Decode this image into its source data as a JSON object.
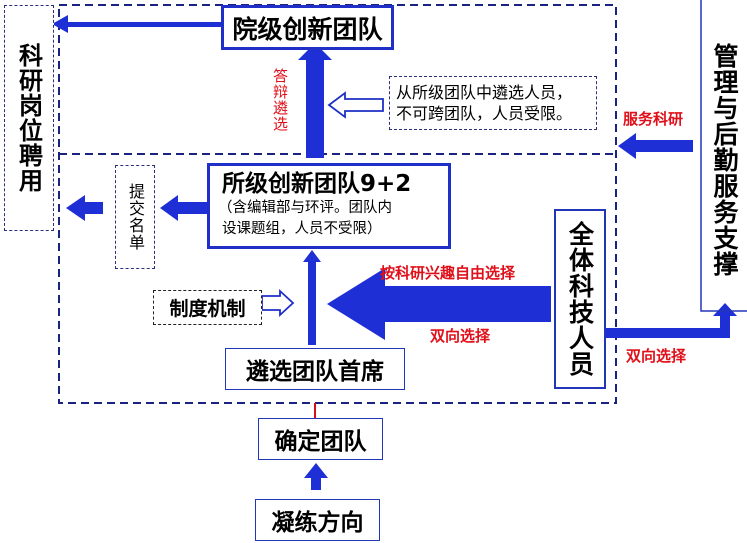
{
  "colors": {
    "arrow_blue": "#1f2fd6",
    "box_border": "#1f2fc8",
    "dash_border": "#1a237e",
    "label_red": "#e0101a",
    "connector_red": "#d4101a"
  },
  "nodes": {
    "research_post": "科研岗位聘用",
    "college_team": "院级创新团队",
    "college_note_line1": "从所级团队中遴选人员，",
    "college_note_line2": "不可跨团队，人员受限。",
    "institute_team_title": "所级创新团队9+2",
    "institute_team_line1": "（含编辑部与环评。团队内",
    "institute_team_line2": "设课题组，人员不受限）",
    "submit_list": "提交名单",
    "mechanism": "制度机制",
    "select_leader": "遴选团队首席",
    "all_staff": "全体科技人员",
    "management_support": "管理与后勤服务支撑",
    "confirm_team": "确定团队",
    "refine_direction": "凝练方向"
  },
  "labels": {
    "defense_selection": "答辩遴选",
    "serve_research": "服务科研",
    "free_choice": "按科研兴趣自由选择",
    "two_way_choice_center": "双向选择",
    "two_way_choice_right": "双向选择"
  }
}
